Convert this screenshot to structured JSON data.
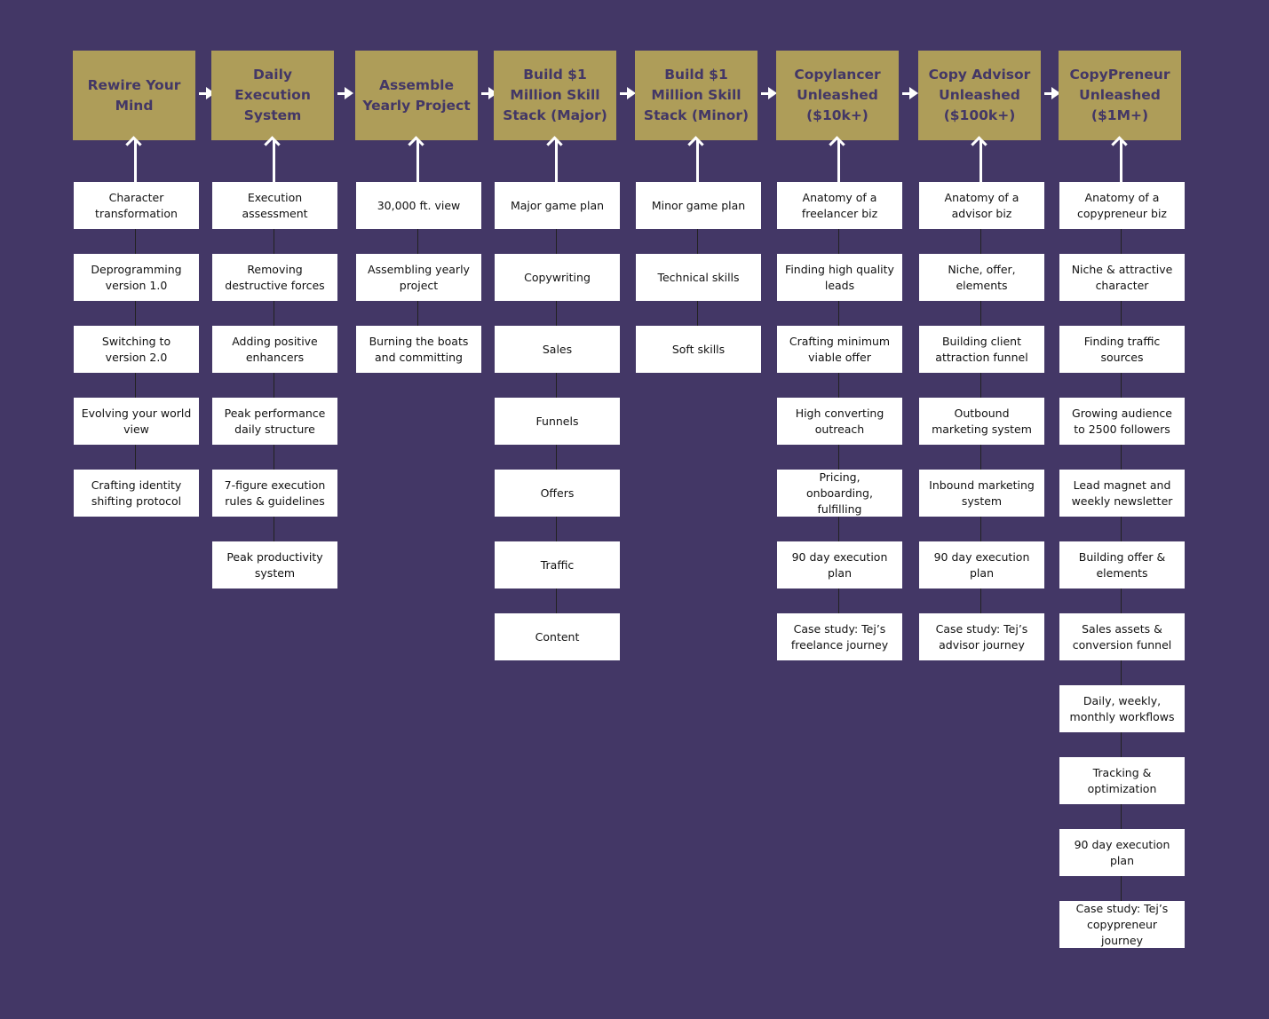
{
  "columns": [
    {
      "title": "Rewire Your Mind",
      "items": [
        "Character transformation",
        "Deprogramming version 1.0",
        "Switching to version 2.0",
        "Evolving your world view",
        "Crafting identity shifting protocol"
      ]
    },
    {
      "title": "Daily Execution System",
      "items": [
        "Execution assessment",
        "Removing destructive forces",
        "Adding positive enhancers",
        "Peak performance daily structure",
        "7-figure execution rules & guidelines",
        "Peak productivity system"
      ]
    },
    {
      "title": "Assemble Yearly Project",
      "items": [
        "30,000 ft. view",
        "Assembling yearly project",
        "Burning the boats and committing"
      ]
    },
    {
      "title": "Build $1 Million Skill Stack (Major)",
      "items": [
        "Major game plan",
        "Copywriting",
        "Sales",
        "Funnels",
        "Offers",
        "Traffic",
        "Content"
      ]
    },
    {
      "title": "Build $1 Million Skill Stack (Minor)",
      "items": [
        "Minor game plan",
        "Technical skills",
        "Soft skills"
      ]
    },
    {
      "title": "Copylancer Unleashed ($10k+)",
      "items": [
        "Anatomy of a freelancer biz",
        "Finding high quality leads",
        "Crafting minimum viable offer",
        "High converting outreach",
        "Pricing, onboarding, fulfilling",
        "90 day execution plan",
        "Case study: Tej’s freelance journey"
      ]
    },
    {
      "title": "Copy Advisor Unleashed ($100k+)",
      "items": [
        "Anatomy of a advisor biz",
        "Niche, offer, elements",
        "Building client attraction funnel",
        "Outbound marketing system",
        "Inbound marketing system",
        "90 day execution plan",
        "Case study: Tej’s advisor journey"
      ]
    },
    {
      "title": "CopyPreneur Unleashed ($1M+)",
      "items": [
        "Anatomy of a copypreneur biz",
        "Niche & attractive character",
        "Finding traffic sources",
        "Growing audience to 2500 followers",
        "Lead magnet and weekly newsletter",
        "Building offer & elements",
        "Sales assets & conversion funnel",
        "Daily, weekly, monthly workflows",
        "Tracking & optimization",
        "90 day execution plan",
        "Case study: Tej’s copypreneur journey"
      ]
    }
  ],
  "colors": {
    "background": "#433766",
    "header": "#ae9d59",
    "header_text": "#433766",
    "card": "#ffffff"
  }
}
